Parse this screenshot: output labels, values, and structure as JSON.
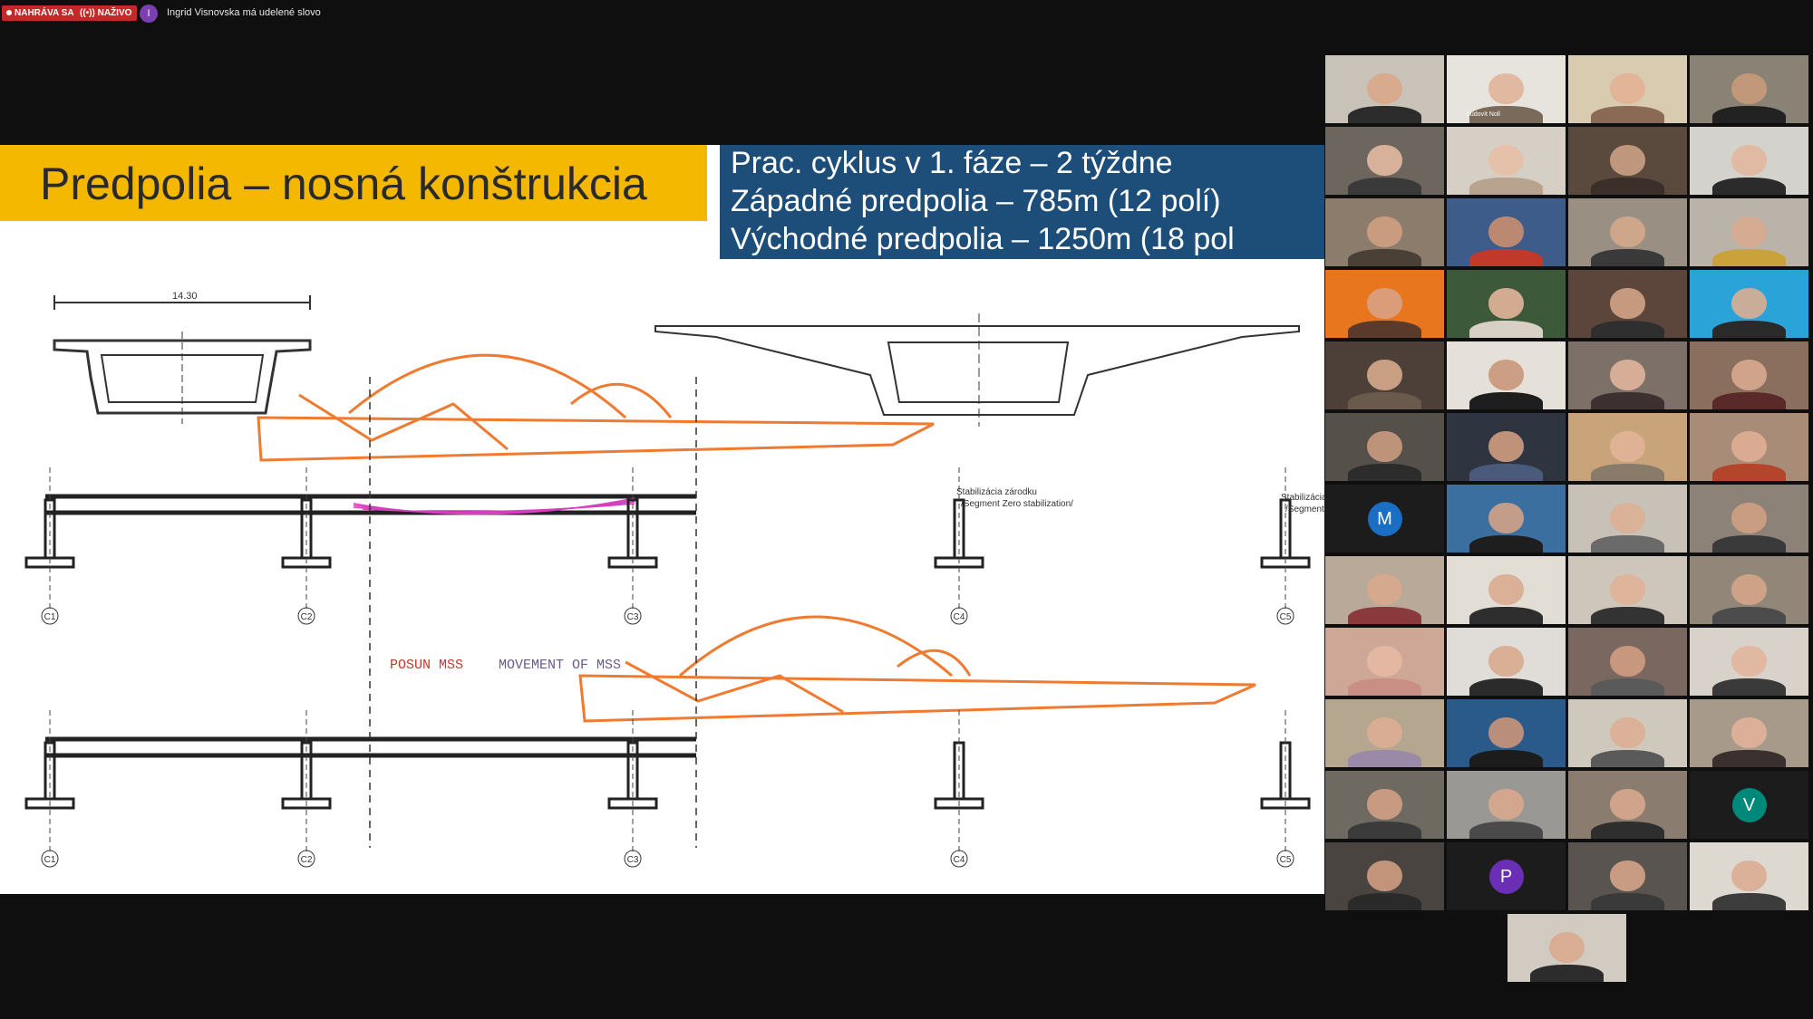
{
  "status": {
    "recording_label": "NAHRÁVA SA",
    "live_label": "NAŽIVO",
    "speaker_initial": "I",
    "speaker_message": "Ingrid Visnovska má udelené slovo"
  },
  "slide": {
    "title": "Predpolia – nosná konštrukcia",
    "info_lines": [
      "Prac. cyklus v 1. fáze – 2 týždne",
      "Západné predpolia – 785m (12 polí)",
      "Východné predpolia – 1250m (18 pol"
    ],
    "drawing": {
      "dimension": "14.30",
      "pier_labels": [
        "C1",
        "C2",
        "C3",
        "C4",
        "C5"
      ],
      "annotation_sk": "Stabilizácia zárodku",
      "annotation_en": "/Segment Zero stabilization/",
      "movement_sk": "POSUN MSS",
      "movement_en": "MOVEMENT OF MSS"
    }
  },
  "participants": [
    {
      "kind": "video",
      "bg": "#c9c2b8",
      "skin": "#d9a98a",
      "cloth": "#2c2c2c"
    },
    {
      "kind": "video",
      "bg": "#e7e3dd",
      "skin": "#e0b49a",
      "cloth": "#7a6a5a",
      "name": "Ľudovít Noll"
    },
    {
      "kind": "video",
      "bg": "#d8cbb0",
      "skin": "#e3b296",
      "cloth": "#8a6a55"
    },
    {
      "kind": "video",
      "bg": "#8a8275",
      "skin": "#c79a7a",
      "cloth": "#222222"
    },
    {
      "kind": "video",
      "bg": "#6d665f",
      "skin": "#e2b9a0",
      "cloth": "#3a3a3a"
    },
    {
      "kind": "video",
      "bg": "#d6cfc6",
      "skin": "#e8bfa6",
      "cloth": "#b8a48e"
    },
    {
      "kind": "video",
      "bg": "#5a4a3e",
      "skin": "#caa084",
      "cloth": "#3c2e28"
    },
    {
      "kind": "video",
      "bg": "#d4d2cd",
      "skin": "#e1b79d",
      "cloth": "#2b2b2b"
    },
    {
      "kind": "video",
      "bg": "#8b7c6c",
      "skin": "#cf9f82",
      "cloth": "#4a4038"
    },
    {
      "kind": "video",
      "bg": "#3d5c8a",
      "skin": "#c98e6e",
      "cloth": "#c0392b"
    },
    {
      "kind": "video",
      "bg": "#9a8f83",
      "skin": "#d4a88b",
      "cloth": "#3a3a3a"
    },
    {
      "kind": "video",
      "bg": "#b9b3aa",
      "skin": "#d8aa8e",
      "cloth": "#c9a23a"
    },
    {
      "kind": "video",
      "bg": "#e8761e",
      "skin": "#d9a283",
      "cloth": "#5a3a2a"
    },
    {
      "kind": "video",
      "bg": "#3c5a3a",
      "skin": "#e2b49a",
      "cloth": "#d8d0c4"
    },
    {
      "kind": "video",
      "bg": "#5c463c",
      "skin": "#d2a385",
      "cloth": "#2f2f2f"
    },
    {
      "kind": "video",
      "bg": "#29a3d8",
      "skin": "#dcae92",
      "cloth": "#2a2a2a"
    },
    {
      "kind": "video",
      "bg": "#4c4038",
      "skin": "#d6aa8c",
      "cloth": "#6a5a4c"
    },
    {
      "kind": "video",
      "bg": "#e5e1da",
      "skin": "#c9987a",
      "cloth": "#1e1e1e"
    },
    {
      "kind": "video",
      "bg": "#7d7068",
      "skin": "#e0b59c",
      "cloth": "#3c3030"
    },
    {
      "kind": "video",
      "bg": "#8a6f5e",
      "skin": "#d8a990",
      "cloth": "#5a2a2a"
    },
    {
      "kind": "video",
      "bg": "#55504a",
      "skin": "#c99a7e",
      "cloth": "#2c2c2c"
    },
    {
      "kind": "video",
      "bg": "#2f3540",
      "skin": "#d09c80",
      "cloth": "#4a5a7a"
    },
    {
      "kind": "video",
      "bg": "#c9a47a",
      "skin": "#e1b499",
      "cloth": "#8a7a6a"
    },
    {
      "kind": "video",
      "bg": "#a88c78",
      "skin": "#e0ae93",
      "cloth": "#b3452a"
    },
    {
      "kind": "avatar",
      "bg": "#1c1c1c",
      "letter": "M",
      "color": "#1a6fc4"
    },
    {
      "kind": "video",
      "bg": "#3a6fa0",
      "skin": "#d3a286",
      "cloth": "#1e1e1e"
    },
    {
      "kind": "video",
      "bg": "#c7c1b8",
      "skin": "#dcb095",
      "cloth": "#6a6a6a"
    },
    {
      "kind": "video",
      "bg": "#8c8278",
      "skin": "#cfa083",
      "cloth": "#3a3a3a"
    },
    {
      "kind": "video",
      "bg": "#b8a998",
      "skin": "#d8a88c",
      "cloth": "#8a3a3a"
    },
    {
      "kind": "video",
      "bg": "#e2ddd5",
      "skin": "#d9ab90",
      "cloth": "#2e2e2e"
    },
    {
      "kind": "video",
      "bg": "#cfc6bb",
      "skin": "#dfb197",
      "cloth": "#333333"
    },
    {
      "kind": "video",
      "bg": "#928678",
      "skin": "#d4a588",
      "cloth": "#4c4c4c"
    },
    {
      "kind": "video",
      "bg": "#cfa796",
      "skin": "#e4b9a2",
      "cloth": "#c98f86"
    },
    {
      "kind": "video",
      "bg": "#e0ddd8",
      "skin": "#d8aa8f",
      "cloth": "#2b2b2b"
    },
    {
      "kind": "video",
      "bg": "#7a6860",
      "skin": "#cf9c82",
      "cloth": "#5a5a5a"
    },
    {
      "kind": "video",
      "bg": "#d8d2cb",
      "skin": "#e2b59c",
      "cloth": "#3a3a3a"
    },
    {
      "kind": "video",
      "bg": "#b5a690",
      "skin": "#dcae94",
      "cloth": "#9a8aa8"
    },
    {
      "kind": "video",
      "bg": "#2a5a8a",
      "skin": "#c99479",
      "cloth": "#1c1c1c"
    },
    {
      "kind": "video",
      "bg": "#cfc8bd",
      "skin": "#dcaf95",
      "cloth": "#5a5a5a"
    },
    {
      "kind": "video",
      "bg": "#a89a8a",
      "skin": "#e1b399",
      "cloth": "#3a3030"
    },
    {
      "kind": "video",
      "bg": "#6e6a62",
      "skin": "#d1a085",
      "cloth": "#3b3b3b"
    },
    {
      "kind": "video",
      "bg": "#9a9894",
      "skin": "#d8a88c",
      "cloth": "#4a4a4a"
    },
    {
      "kind": "video",
      "bg": "#8a7c6e",
      "skin": "#d7a98d",
      "cloth": "#2e2e2e"
    },
    {
      "kind": "avatar",
      "bg": "#1c1c1c",
      "letter": "V",
      "color": "#00897b"
    },
    {
      "kind": "video",
      "bg": "#4a4440",
      "skin": "#cf9d81",
      "cloth": "#2a2a2a"
    },
    {
      "kind": "avatar",
      "bg": "#1c1c1c",
      "letter": "P",
      "color": "#6a2fb4"
    },
    {
      "kind": "video",
      "bg": "#5a5450",
      "skin": "#d3a487",
      "cloth": "#3a3a3a"
    },
    {
      "kind": "video",
      "bg": "#ddd8d0",
      "skin": "#dbad92",
      "cloth": "#3c3c3c"
    },
    {
      "kind": "video",
      "bg": "#d2cbc2",
      "skin": "#d9ab8f",
      "cloth": "#2c2c2c"
    }
  ],
  "colors": {
    "slide_title_band": "#f5b800",
    "info_box": "#1d4e7a",
    "truss": "#f07a30",
    "pink": "#d63fbf"
  }
}
